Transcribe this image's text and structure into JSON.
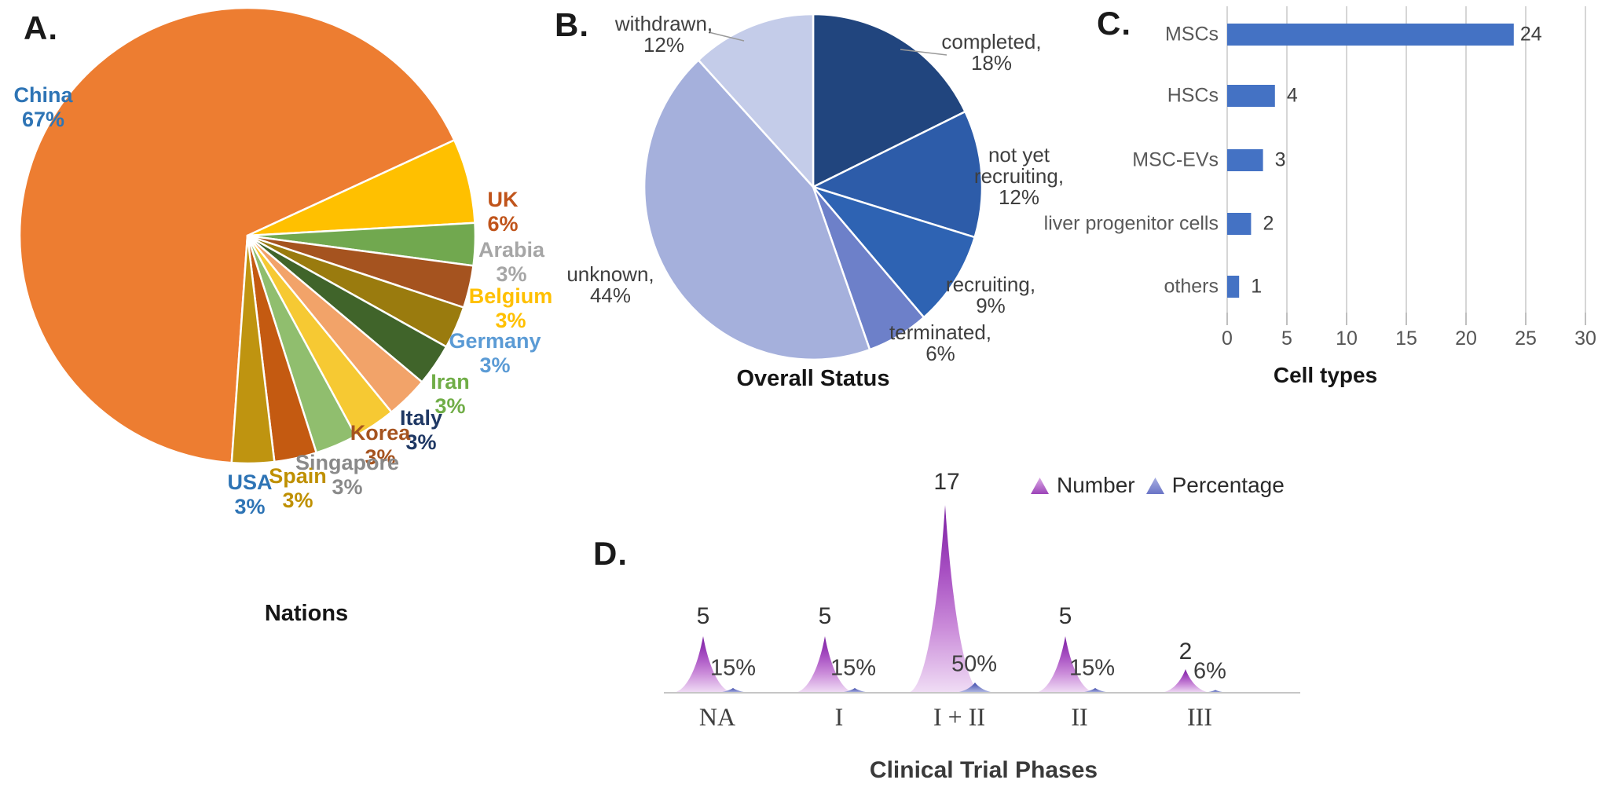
{
  "panels": {
    "a": {
      "letter": "A."
    },
    "b": {
      "letter": "B."
    },
    "c": {
      "letter": "C."
    },
    "d": {
      "letter": "D."
    }
  },
  "chart_data": [
    {
      "id": "nations-pie",
      "type": "pie",
      "title": "Nations",
      "start_angle_deg": 184,
      "slices": [
        {
          "label": "China",
          "pct": "67%",
          "value": 67,
          "color": "#ED7D31",
          "label_color": "#2E74B5"
        },
        {
          "label": "UK",
          "pct": "6%",
          "value": 6,
          "color": "#FFC000",
          "label_color": "#C0541B"
        },
        {
          "label": "Arabia",
          "pct": "3%",
          "value": 3,
          "color": "#71A84F",
          "label_color": "#A6A6A6"
        },
        {
          "label": "Belgium",
          "pct": "3%",
          "value": 3,
          "color": "#A5531F",
          "label_color": "#FFC000"
        },
        {
          "label": "Germany",
          "pct": "3%",
          "value": 3,
          "color": "#9A7B0E",
          "label_color": "#5B9BD5"
        },
        {
          "label": "Iran",
          "pct": "3%",
          "value": 3,
          "color": "#40642A",
          "label_color": "#70AD47"
        },
        {
          "label": "Italy",
          "pct": "3%",
          "value": 3,
          "color": "#F2A369",
          "label_color": "#1F3864"
        },
        {
          "label": "Korea",
          "pct": "3%",
          "value": 3,
          "color": "#F6C933",
          "label_color": "#A5531F"
        },
        {
          "label": "Singapore",
          "pct": "3%",
          "value": 3,
          "color": "#90BE6E",
          "label_color": "#8A8A8A"
        },
        {
          "label": "Spain",
          "pct": "3%",
          "value": 3,
          "color": "#C45A11",
          "label_color": "#BF9000"
        },
        {
          "label": "USA",
          "pct": "3%",
          "value": 3,
          "color": "#BF9410",
          "label_color": "#2E74B5"
        }
      ]
    },
    {
      "id": "overall-status-pie",
      "type": "pie",
      "title": "Overall Status",
      "start_angle_deg": 0,
      "label_color": "#3F3F3F",
      "slices": [
        {
          "label": "completed,",
          "pct": "18%",
          "value": 18,
          "color": "#21457E"
        },
        {
          "label": "not yet recruiting,",
          "lines": [
            "not yet",
            "recruiting,",
            "12%"
          ],
          "pct": "12%",
          "value": 12,
          "color": "#2D5CA9"
        },
        {
          "label": "recruiting,",
          "pct": "9%",
          "value": 9,
          "color": "#2E63B3"
        },
        {
          "label": "terminated,",
          "pct": "6%",
          "value": 6,
          "color": "#6D80C9"
        },
        {
          "label": "unknown,",
          "pct": "44%",
          "value": 44,
          "color": "#A5B0DC"
        },
        {
          "label": "withdrawn,",
          "pct": "12%",
          "value": 12,
          "color": "#C4CCE9"
        }
      ]
    },
    {
      "id": "cell-types-bar",
      "type": "bar",
      "orientation": "horizontal",
      "title": "Cell types",
      "categories": [
        "MSCs",
        "HSCs",
        "MSC-EVs",
        "liver progenitor cells",
        "others"
      ],
      "values": [
        24,
        4,
        3,
        2,
        1
      ],
      "xticks": [
        0,
        5,
        10,
        15,
        20,
        25,
        30
      ],
      "xlim": [
        0,
        30
      ],
      "grid": true,
      "bar_color": "#4472C4",
      "grid_color": "#D6D6D6",
      "category_color": "#595959",
      "value_color": "#3F3F3F"
    },
    {
      "id": "clinical-phases-area",
      "type": "area",
      "title": "Clinical Trial Phases",
      "categories": [
        "NA",
        "I",
        "I + II",
        "II",
        "III"
      ],
      "series": [
        {
          "name": "Number",
          "values": [
            5,
            5,
            17,
            5,
            2
          ],
          "color_top": "#7B1FA2",
          "color_bottom": "#F0DDF5"
        },
        {
          "name": "Percentage",
          "values": [
            15,
            15,
            50,
            15,
            6
          ],
          "labels": [
            "15%",
            "15%",
            "50%",
            "15%",
            "6%"
          ],
          "color_top": "#3F4BAC",
          "color_bottom": "#B7BDE6"
        }
      ],
      "legend": [
        "Number",
        "Percentage"
      ],
      "legend_position": "top-right",
      "baseline_color": "#C6C6C6"
    }
  ]
}
